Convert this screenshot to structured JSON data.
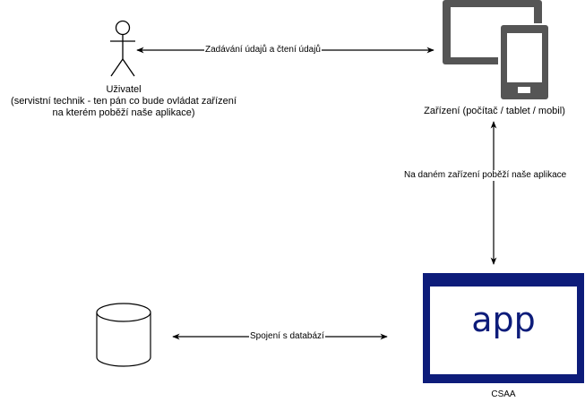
{
  "nodes": {
    "user": {
      "title": "Uživatel",
      "description_line1": "(servistní technik - ten pán co bude ovládat zařízení",
      "description_line2": "na kterém poběží naše aplikace)"
    },
    "device": {
      "label": "Zařízení (počítač / tablet / mobil)"
    },
    "app": {
      "icon_text": "app",
      "label": "CSAA",
      "color": "#0d1c7a"
    },
    "database": {
      "icon": "database-cylinder-icon"
    }
  },
  "edges": {
    "user_device": "Zadávání údajů a čtení údajů",
    "device_app": "Na daném zařízení poběží naše aplikace",
    "db_app": "Spojení s databází"
  },
  "colors": {
    "stroke": "#000000",
    "device_gray": "#555555",
    "app_blue": "#0d1c7a"
  }
}
